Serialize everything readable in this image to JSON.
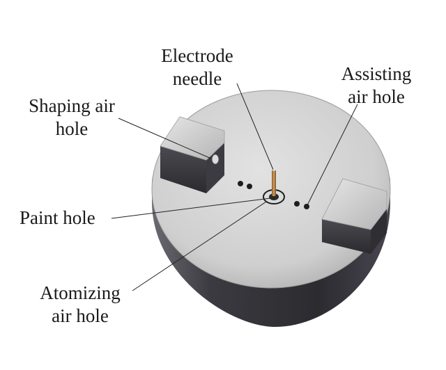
{
  "labels": {
    "electrode_needle": [
      "Electrode",
      "needle"
    ],
    "assisting_air_hole": [
      "Assisting",
      "air hole"
    ],
    "shaping_air_hole": [
      "Shaping air",
      "hole"
    ],
    "paint_hole": "Paint hole",
    "atomizing_air_hole": [
      "Atomizing",
      "air hole"
    ]
  },
  "colors": {
    "body_side": "#3a3a40",
    "body_top": "#d2d2d2",
    "needle": "#b8864a",
    "leader_line": "#222222"
  }
}
